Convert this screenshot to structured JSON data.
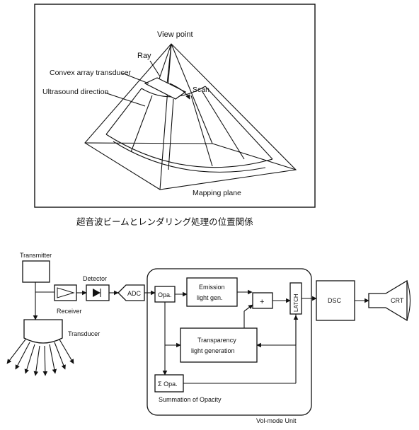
{
  "top_figure": {
    "labels": {
      "view_point": "View point",
      "ray": "Ray",
      "convex_array_transducer": "Convex array transducer",
      "ultrasound_direction": "Ultrasound direction",
      "scan": "Scan",
      "mapping_plane": "Mapping plane"
    },
    "caption": "超音波ビームとレンダリング処理の位置関係"
  },
  "block_diagram": {
    "transmitter": "Transmitter",
    "receiver": "Receiver",
    "transducer": "Transducer",
    "detector": "Detector",
    "adc": "ADC",
    "opa": "Opa.",
    "emission_line1": "Emission",
    "emission_line2": "light gen.",
    "plus": "+",
    "latch": "LATCH",
    "transparency_line1": "Transparency",
    "transparency_line2": "light generation",
    "sum_opa": "Σ Opa.",
    "summation_of_opacity": "Summation of Opacity",
    "vol_mode_unit": "Vol-mode Unit",
    "dsc": "DSC",
    "crt": "CRT"
  }
}
